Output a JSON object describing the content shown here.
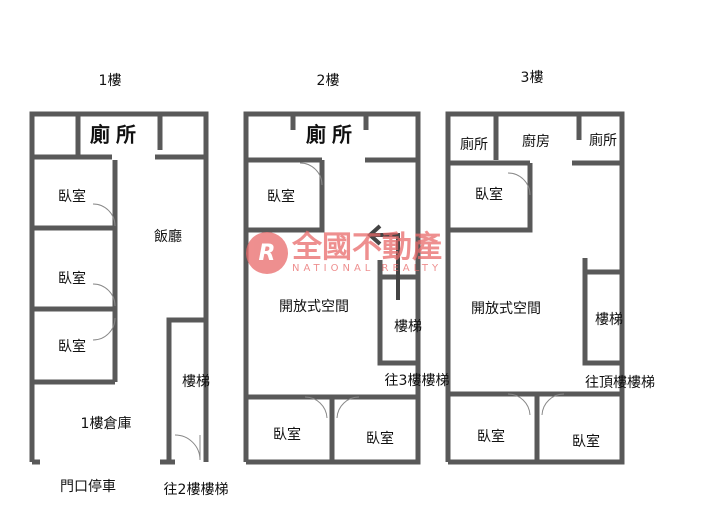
{
  "floors": [
    {
      "title": "1樓",
      "toilet": "廁所",
      "bed1": "臥室",
      "bed2": "臥室",
      "bed3": "臥室",
      "dining": "飯廳",
      "stairs": "樓梯",
      "storage": "1樓倉庫",
      "parking": "門口停車",
      "to_next": "往2樓樓梯"
    },
    {
      "title": "2樓",
      "toilet": "廁所",
      "bed1": "臥室",
      "open": "開放式空間",
      "stairs": "樓梯",
      "to_next": "往3樓樓梯",
      "bed2": "臥室",
      "bed3": "臥室"
    },
    {
      "title": "3樓",
      "toilet_l": "廁所",
      "kitchen": "廚房",
      "toilet_r": "廁所",
      "bed1": "臥室",
      "open": "開放式空間",
      "stairs": "樓梯",
      "to_next": "往頂樓樓梯",
      "bed2": "臥室",
      "bed3": "臥室"
    }
  ],
  "watermark": {
    "logo": "R",
    "name": "全國不動產",
    "sub": "NATIONAL REALTY"
  },
  "colors": {
    "wall": "#595959",
    "watermark": "#e96a6a"
  }
}
